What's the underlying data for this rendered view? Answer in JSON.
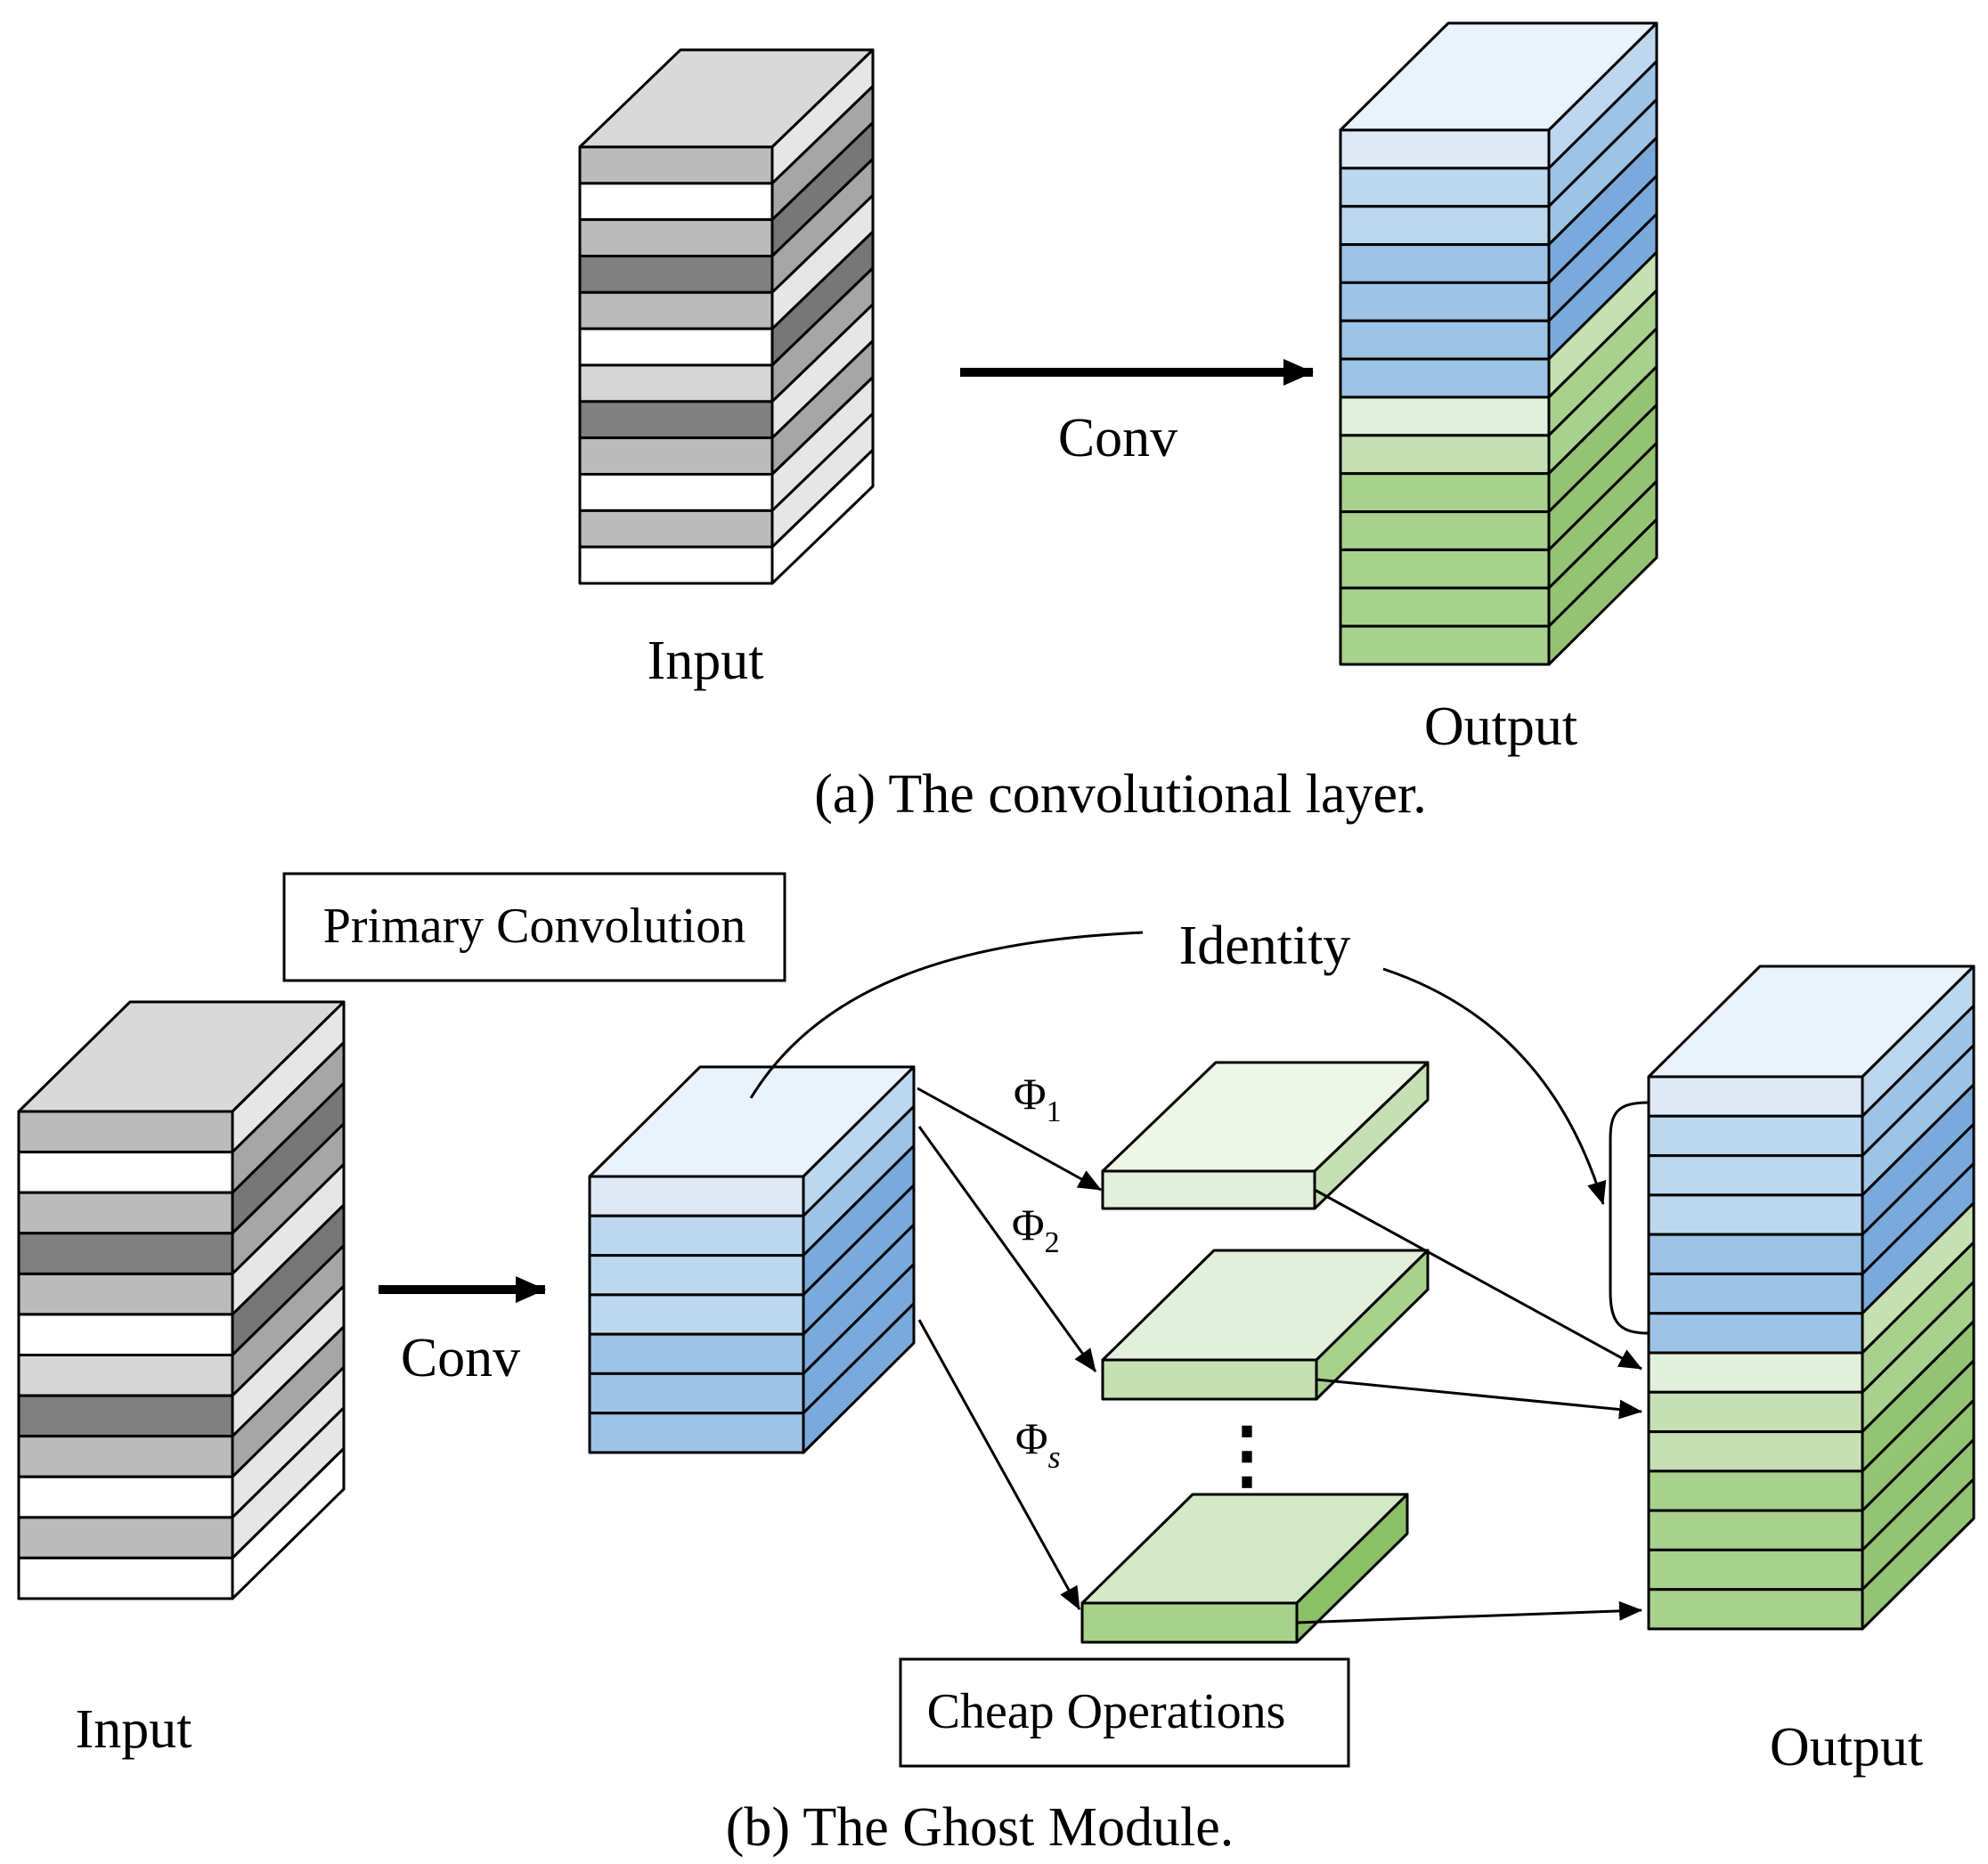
{
  "part_a": {
    "input_label": "Input",
    "conv_label": "Conv",
    "output_label": "Output",
    "caption": "(a) The convolutional layer.",
    "input_stack": {
      "front": [
        "#bbbbbb",
        "#ffffff",
        "#bbbbbb",
        "#808080",
        "#bbbbbb",
        "#ffffff",
        "#d6d6d6",
        "#808080",
        "#bbbbbb",
        "#ffffff",
        "#bbbbbb",
        "#ffffff"
      ],
      "side": [
        "#e6e6e6",
        "#a6a6a6",
        "#777777",
        "#a6a6a6",
        "#e6e6e6",
        "#777777",
        "#a6a6a6",
        "#e6e6e6",
        "#a6a6a6",
        "#e6e6e6",
        "#e6e6e6",
        "#ffffff"
      ],
      "top": "#d9d9d9"
    },
    "output_stack": {
      "front": [
        "#dee9f5",
        "#bdd7ee",
        "#bdd7ee",
        "#9dc3e6",
        "#9dc3e6",
        "#9dc3e6",
        "#9dc3e6",
        "#e2efda",
        "#c6e0b4",
        "#a9d18e",
        "#a9d18e",
        "#a9d18e",
        "#a9d18e",
        "#a9d18e"
      ],
      "side": [
        "#bdd7ee",
        "#9dc3e6",
        "#9dc3e6",
        "#7aa9dc",
        "#7aa9dc",
        "#7aa9dc",
        "#c6e0b4",
        "#a9d18e",
        "#a9d18e",
        "#94c473",
        "#94c473",
        "#94c473",
        "#94c473",
        "#94c473"
      ],
      "top": "#eaf2fb"
    }
  },
  "part_b": {
    "primary_label": "Primary Convolution",
    "identity_label": "Identity",
    "conv_label": "Conv",
    "input_label": "Input",
    "output_label": "Output",
    "cheap_label": "Cheap Operations",
    "phi_symbol": "Φ",
    "phi1_sub": "1",
    "phi2_sub": "2",
    "phis_sub": "s",
    "dots": "⋮",
    "caption": "(b) The Ghost Module.",
    "input_stack": {
      "front": [
        "#bbbbbb",
        "#ffffff",
        "#bbbbbb",
        "#808080",
        "#bbbbbb",
        "#ffffff",
        "#d6d6d6",
        "#808080",
        "#bbbbbb",
        "#ffffff",
        "#bbbbbb",
        "#ffffff"
      ],
      "side": [
        "#e6e6e6",
        "#a6a6a6",
        "#777777",
        "#a6a6a6",
        "#e6e6e6",
        "#777777",
        "#a6a6a6",
        "#e6e6e6",
        "#a6a6a6",
        "#e6e6e6",
        "#e6e6e6",
        "#ffffff"
      ],
      "top": "#d9d9d9"
    },
    "intrinsic_stack": {
      "front": [
        "#dee9f5",
        "#bdd7ee",
        "#bdd7ee",
        "#bdd7ee",
        "#9dc3e6",
        "#9dc3e6",
        "#9dc3e6"
      ],
      "side": [
        "#bdd7ee",
        "#9dc3e6",
        "#7aa9dc",
        "#7aa9dc",
        "#7aa9dc",
        "#7aa9dc",
        "#7aa9dc"
      ],
      "top": "#eaf2fb"
    },
    "ghost_slabs": [
      {
        "front": "#e2efda",
        "side": "#c6e0b4",
        "top": "#eef6e8"
      },
      {
        "front": "#c6e0b4",
        "side": "#a9d18e",
        "top": "#e2efda"
      },
      {
        "front": "#a9d18e",
        "side": "#8cc068",
        "top": "#d3e8c5"
      }
    ],
    "output_stack": {
      "front": [
        "#dee9f5",
        "#bdd7ee",
        "#bdd7ee",
        "#bdd7ee",
        "#9dc3e6",
        "#9dc3e6",
        "#9dc3e6",
        "#e2efda",
        "#c6e0b4",
        "#c6e0b4",
        "#a9d18e",
        "#a9d18e",
        "#a9d18e",
        "#a9d18e"
      ],
      "side": [
        "#bdd7ee",
        "#9dc3e6",
        "#9dc3e6",
        "#7aa9dc",
        "#7aa9dc",
        "#7aa9dc",
        "#c6e0b4",
        "#a9d18e",
        "#a9d18e",
        "#94c473",
        "#94c473",
        "#94c473",
        "#94c473",
        "#94c473"
      ],
      "top": "#eaf2fb"
    }
  }
}
